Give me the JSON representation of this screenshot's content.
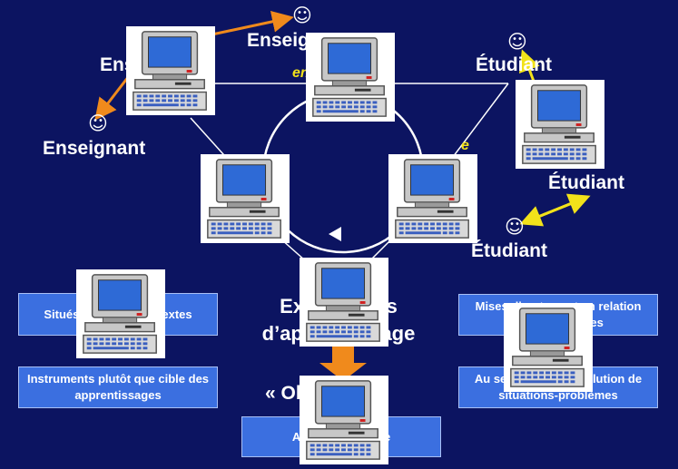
{
  "labels": {
    "enseignant_top": "Enseignant",
    "enseignant_left_partial": "Enseignant",
    "enseignant_bottom": "Enseignant",
    "etudiant_top": "Étudiant",
    "etudiant_middle": "Étudiant",
    "etudiant_bottom": "Étudiant",
    "center_italic_top": "enseignant",
    "center_italic_right": "e",
    "experiences": "Expériences d’apprentissage",
    "guillemets": "« Objets »"
  },
  "boxes": {
    "situes": "Situés dans des contextes",
    "instruments": "Instruments plutôt que cible des apprentissages",
    "artifacts": "Artifacts issus de",
    "mises": "Mises directement en relation avec des tâches",
    "au_service": "Au service de la résolution de situations-problèmes"
  },
  "icons": [
    "computer-icon",
    "smiley-icon",
    "arrow-down-icon"
  ],
  "colors": {
    "background": "#0c1461",
    "box_fill": "#3b6fe0",
    "orange_arrow": "#f08a1c",
    "yellow_arrow": "#f2e21a",
    "line": "#ffffff"
  }
}
